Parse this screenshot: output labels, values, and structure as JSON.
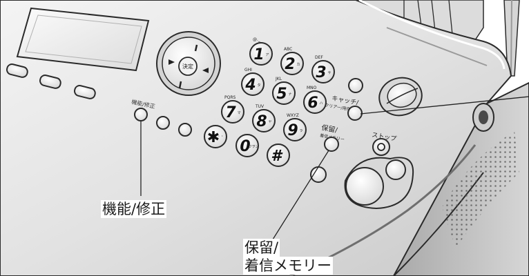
{
  "keypad": {
    "keys": [
      {
        "main": "1",
        "kana": "ア",
        "letters": "@._"
      },
      {
        "main": "2",
        "kana": "カ",
        "letters": "ABC"
      },
      {
        "main": "3",
        "kana": "サ",
        "letters": "DEF"
      },
      {
        "main": "4",
        "kana": "タ",
        "letters": "GHI"
      },
      {
        "main": "5",
        "kana": "ナ",
        "letters": "JKL"
      },
      {
        "main": "6",
        "kana": "ハ",
        "letters": "MNO"
      },
      {
        "main": "7",
        "kana": "マ",
        "letters": "PQRS"
      },
      {
        "main": "8",
        "kana": "ヤ",
        "letters": "TUV"
      },
      {
        "main": "9",
        "kana": "ラ",
        "letters": "WXYZ"
      },
      {
        "main": "✱",
        "kana": "゛゜",
        "letters": ""
      },
      {
        "main": "0",
        "kana": "ワヲン",
        "letters": ""
      },
      {
        "main": "#",
        "kana": "",
        "letters": ""
      }
    ]
  },
  "device_labels": {
    "enter": "決定",
    "function_small": "機能/修正",
    "catch_line1": "キャッチ/",
    "catch_line2": "クリアー/用件消去",
    "hold_line1": "保留/",
    "hold_line2": "着信メモリー",
    "stop": "ストップ"
  },
  "callouts": {
    "function_edit": "機能/修正",
    "hold_line1": "保留/",
    "hold_line2": "着信メモリー"
  },
  "colors": {
    "panel_light": "#eeeeee",
    "panel_mid": "#cfcfcf",
    "panel_dark": "#8a8a8a",
    "outline": "#2a2a2a",
    "key_face": "#f7f7f7"
  }
}
